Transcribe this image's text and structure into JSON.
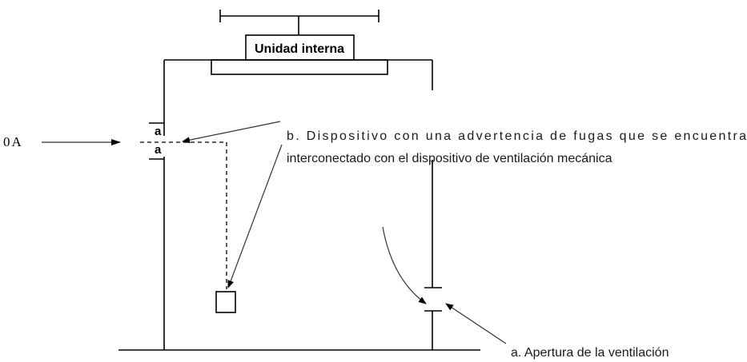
{
  "labels": {
    "indoor_unit": "Unidad interna",
    "label_0a": "0A",
    "device_b_line1": "b. Dispositivo con una advertencia de fugas que se encuentra",
    "device_b_line2": "interconectado con el dispositivo de ventilación mecánica",
    "vent_a": "a. Apertura de la ventilación"
  }
}
